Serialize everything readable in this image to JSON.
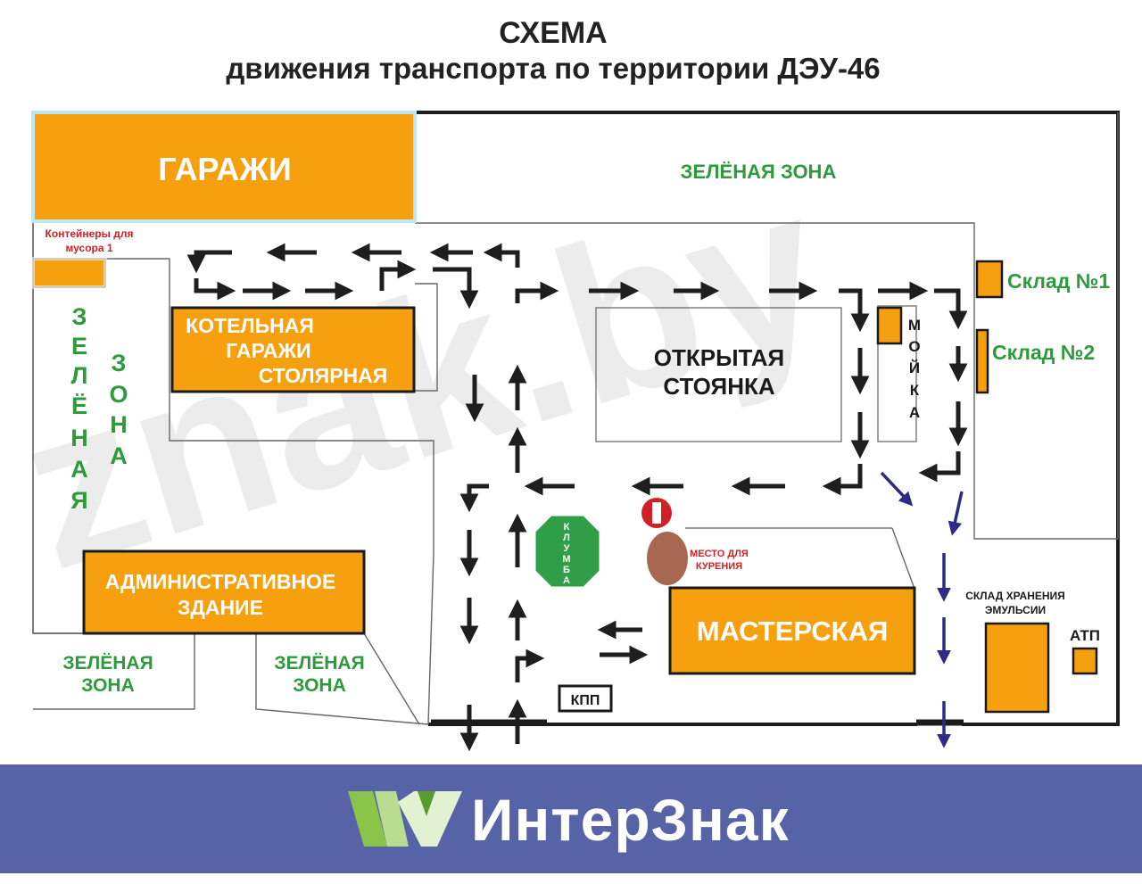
{
  "title": "СХЕМА",
  "subtitle": "движения транспорта по территории ДЭУ-46",
  "labels": {
    "garages": "ГАРАЖИ",
    "containers": [
      "Контейнеры для",
      "мусора 1"
    ],
    "green_zone_top": "ЗЕЛЁНАЯ ЗОНА",
    "boiler": [
      "КОТЕЛЬНАЯ",
      "ГАРАЖИ",
      "СТОЛЯРНАЯ"
    ],
    "green_vertical_1": [
      "З",
      "Е",
      "Л",
      "Ё",
      "Н",
      "А",
      "Я"
    ],
    "green_vertical_2": [
      "З",
      "О",
      "Н",
      "А"
    ],
    "open_parking": [
      "ОТКРЫТАЯ",
      "СТОЯНКА"
    ],
    "washing": [
      "М",
      "О",
      "Й",
      "К",
      "А"
    ],
    "warehouse1": "Склад №1",
    "warehouse2": "Склад №2",
    "flowerbed": [
      "К",
      "Л",
      "У",
      "М",
      "Б",
      "А"
    ],
    "smoking": [
      "МЕСТО ДЛЯ",
      "КУРЕНИЯ"
    ],
    "admin": [
      "АДМИНИСТРАТИВНОЕ",
      "ЗДАНИЕ"
    ],
    "workshop": "МАСТЕРСКАЯ",
    "emulsion_storage": [
      "СКЛАД ХРАНЕНИЯ",
      "ЭМУЛЬСИИ"
    ],
    "atp": "АТП",
    "checkpoint": "КПП",
    "green_zone_bl1": [
      "ЗЕЛЁНАЯ",
      "ЗОНА"
    ],
    "green_zone_bl2": [
      "ЗЕЛЁНАЯ",
      "ЗОНА"
    ]
  },
  "watermark": "znak.by",
  "brand": "ИнтерЗнак",
  "colors": {
    "building": "#f7a00f",
    "green_text": "#2e9a3c",
    "arrow": "#1e1e1e",
    "exit_arrow": "#2e2a86",
    "footer": "#5663a6",
    "smoking_spot": "#a86750",
    "flowerbed": "#2f9e46",
    "no_entry": "#d21f26"
  },
  "icons": [
    "no-entry-icon",
    "smoking-area-icon",
    "flowerbed-octagon",
    "interznak-logo-icon"
  ]
}
